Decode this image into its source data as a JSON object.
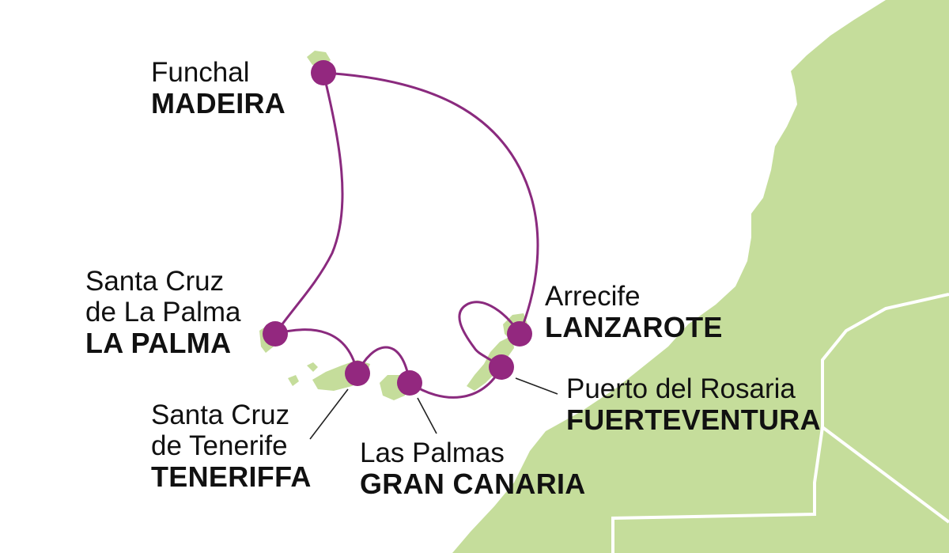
{
  "colors": {
    "land": "#c5dd9b",
    "route": "#8a2a7e",
    "stop": "#93287f",
    "border": "#ffffff",
    "leader": "#222222",
    "text": "#111111"
  },
  "stops": [
    {
      "id": "madeira",
      "city": "Funchal",
      "island": "MADEIRA"
    },
    {
      "id": "lapalma",
      "city_lines": [
        "Santa Cruz",
        "de La Palma"
      ],
      "island": "LA PALMA"
    },
    {
      "id": "tenerife",
      "city_lines": [
        "Santa Cruz",
        "de Tenerife"
      ],
      "island": "TENERIFFA"
    },
    {
      "id": "grancanaria",
      "city": "Las Palmas",
      "island": "GRAN CANARIA"
    },
    {
      "id": "fuerteventura",
      "city": "Puerto del Rosaria",
      "island": "FUERTEVENTURA"
    },
    {
      "id": "lanzarote",
      "city": "Arrecife",
      "island": "LANZAROTE"
    }
  ]
}
